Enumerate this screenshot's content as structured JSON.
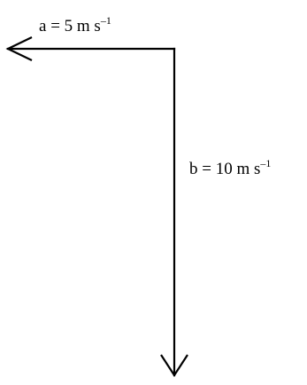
{
  "vectors": {
    "a": {
      "name": "a",
      "equals": "=",
      "value": "5",
      "unit_base": "m s",
      "unit_exponent": "–1"
    },
    "b": {
      "name": "b",
      "equals": "=",
      "value": "10",
      "unit_base": "m s",
      "unit_exponent": "–1"
    }
  },
  "colors": {
    "line": "#000000",
    "background": "#ffffff"
  }
}
